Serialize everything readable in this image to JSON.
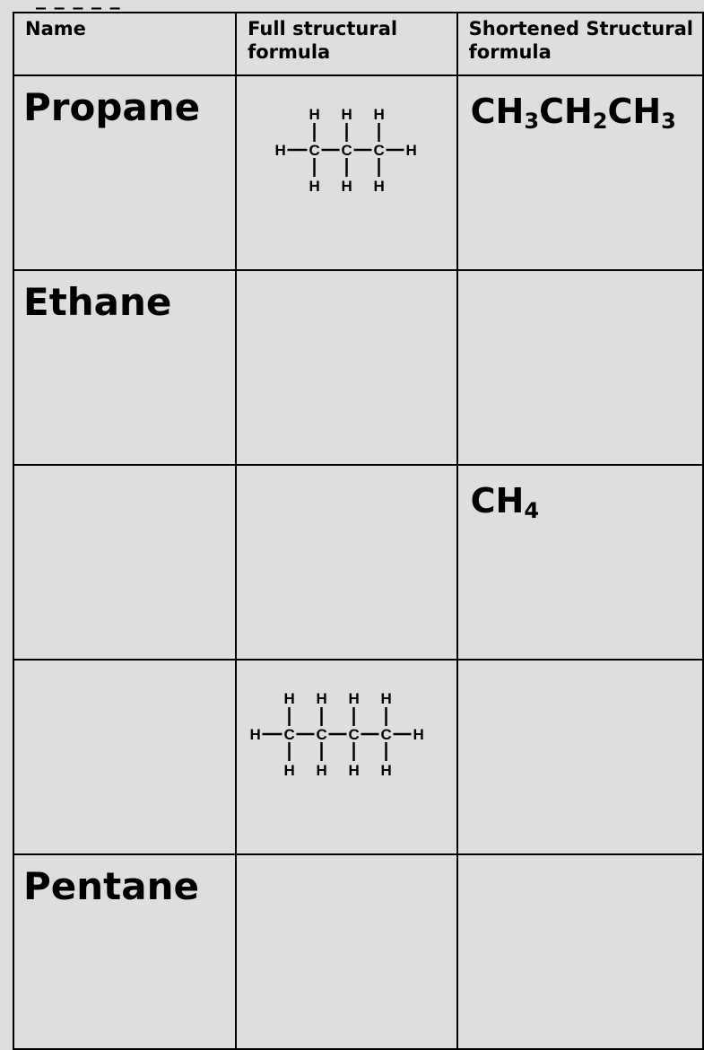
{
  "table": {
    "headers": {
      "name": "Name",
      "full": "Full structural formula",
      "short": "Shortened Structural formula"
    },
    "rows": [
      {
        "name": "Propane",
        "short": {
          "parts": [
            "CH",
            "3",
            "CH",
            "2",
            "CH",
            "3"
          ]
        },
        "full_structure": {
          "carbons": 3
        }
      },
      {
        "name": "Ethane",
        "short": null,
        "full_structure": null
      },
      {
        "name": "",
        "short": {
          "parts": [
            "CH",
            "4"
          ]
        },
        "full_structure": null
      },
      {
        "name": "",
        "short": null,
        "full_structure": {
          "carbons": 4
        }
      },
      {
        "name": "Pentane",
        "short": null,
        "full_structure": null
      }
    ]
  },
  "atoms": {
    "carbon": "C",
    "hydrogen": "H"
  }
}
